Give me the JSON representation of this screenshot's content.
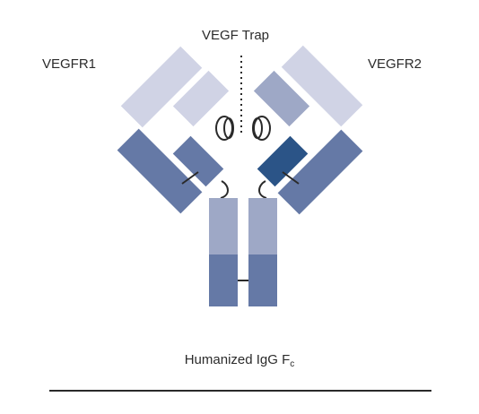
{
  "labels": {
    "center": "VEGF Trap",
    "left": "VEGFR1",
    "right": "VEGFR2",
    "bottom_main": "Humanized IgG F",
    "bottom_sub": "c"
  },
  "colors": {
    "pale_lavender": "#d0d3e5",
    "light_steel": "#9ea8c6",
    "mid_steel": "#6579a6",
    "dark_blue": "#2b5487",
    "line": "#2a2a2a"
  }
}
